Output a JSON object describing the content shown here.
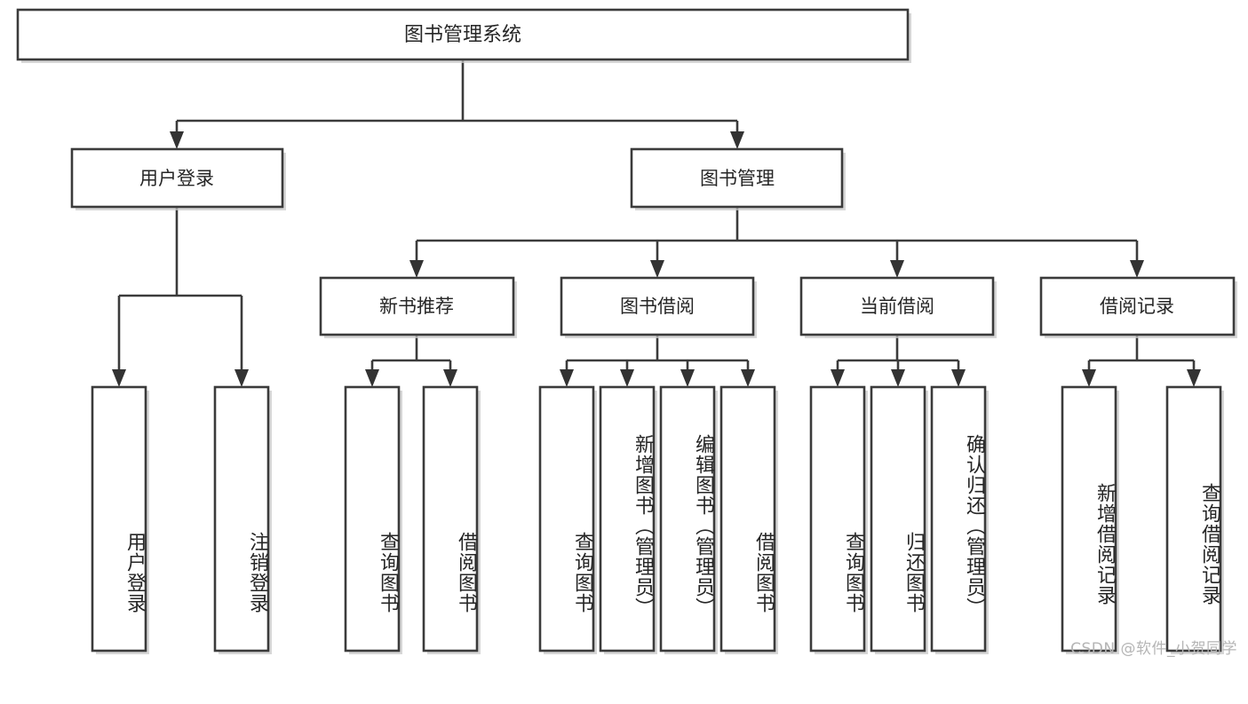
{
  "diagram": {
    "type": "tree",
    "title": "图书管理系统",
    "orientation": "top-down",
    "colors": {
      "box_stroke": "#3b3b3b",
      "box_fill": "#ffffff",
      "connector": "#3b3b3b",
      "text": "#262626",
      "watermark": "#b5b5b5"
    },
    "root": {
      "id": "root",
      "label": "图书管理系统",
      "orientation": "horizontal"
    },
    "level2": [
      {
        "id": "user-login",
        "label": "用户登录",
        "orientation": "horizontal"
      },
      {
        "id": "book-manage",
        "label": "图书管理",
        "orientation": "horizontal"
      }
    ],
    "level3": [
      {
        "id": "new-book-rec",
        "label": "新书推荐",
        "orientation": "horizontal",
        "parent": "book-manage"
      },
      {
        "id": "book-borrow",
        "label": "图书借阅",
        "orientation": "horizontal",
        "parent": "book-manage"
      },
      {
        "id": "current-borrow",
        "label": "当前借阅",
        "orientation": "horizontal",
        "parent": "book-manage"
      },
      {
        "id": "borrow-record",
        "label": "借阅记录",
        "orientation": "horizontal",
        "parent": "book-manage"
      }
    ],
    "leaves": [
      {
        "id": "leaf-user-login",
        "label": "用户登录",
        "orientation": "vertical",
        "parent": "user-login"
      },
      {
        "id": "leaf-user-logout",
        "label": "注销登录",
        "orientation": "vertical",
        "parent": "user-login"
      },
      {
        "id": "leaf-rec-query",
        "label": "查询图书",
        "orientation": "vertical",
        "parent": "new-book-rec"
      },
      {
        "id": "leaf-rec-borrow",
        "label": "借阅图书",
        "orientation": "vertical",
        "parent": "new-book-rec"
      },
      {
        "id": "leaf-borrow-query",
        "label": "查询图书",
        "orientation": "vertical",
        "parent": "book-borrow"
      },
      {
        "id": "leaf-borrow-add",
        "label": "新增图书（管理员）",
        "orientation": "vertical",
        "parent": "book-borrow"
      },
      {
        "id": "leaf-borrow-edit",
        "label": "编辑图书（管理员）",
        "orientation": "vertical",
        "parent": "book-borrow"
      },
      {
        "id": "leaf-borrow-lend",
        "label": "借阅图书",
        "orientation": "vertical",
        "parent": "book-borrow"
      },
      {
        "id": "leaf-cur-query",
        "label": "查询图书",
        "orientation": "vertical",
        "parent": "current-borrow"
      },
      {
        "id": "leaf-cur-return",
        "label": "归还图书",
        "orientation": "vertical",
        "parent": "current-borrow"
      },
      {
        "id": "leaf-cur-confirm",
        "label": "确认归还（管理员）",
        "orientation": "vertical",
        "parent": "current-borrow"
      },
      {
        "id": "leaf-rec-add",
        "label": "新增借阅记录",
        "orientation": "vertical",
        "parent": "borrow-record"
      },
      {
        "id": "leaf-rec-query-record",
        "label": "查询借阅记录",
        "orientation": "vertical",
        "parent": "borrow-record"
      }
    ]
  },
  "watermark": {
    "text": "CSDN @软件_小贺同学"
  }
}
